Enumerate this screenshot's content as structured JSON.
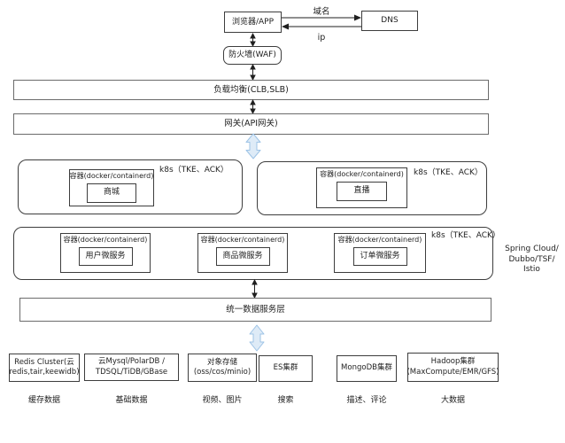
{
  "edges": {
    "domain": "域名",
    "ip": "ip"
  },
  "nodes": {
    "browser": "浏览器/APP",
    "dns": "DNS",
    "waf": "防火墙(WAF)",
    "load_balancer": "负载均衡(CLB,SLB)",
    "gateway": "网关(API网关)",
    "container": "容器(docker/containerd)",
    "k8s": "k8s（TKE、ACK）",
    "mall": "商城",
    "live": "直播",
    "user_ms": "用户微服务",
    "product_ms": "商品微服务",
    "order_ms": "订单微服务",
    "data_layer": "统一数据服务层"
  },
  "framework": {
    "line1": "Spring Cloud/",
    "line2": "Dubbo/TSF/",
    "line3": "Istio"
  },
  "databases": [
    {
      "line1": "Redis Cluster(云",
      "line2": "redis,tair,keewidb)",
      "label": "缓存数据"
    },
    {
      "line1": "云Mysql/PolarDB /",
      "line2": "TDSQL/TiDB/GBase",
      "label": "基础数据"
    },
    {
      "line1": "对象存储",
      "line2": "(oss/cos/minio)",
      "label": "视频、图片"
    },
    {
      "line1": "ES集群",
      "line2": "",
      "label": "搜索"
    },
    {
      "line1": "MongoDB集群",
      "line2": "",
      "label": "描述、评论"
    },
    {
      "line1": "Hadoop集群",
      "line2": "(MaxCompute/EMR/GFS)",
      "label": "大数据"
    }
  ],
  "colors": {
    "blue_arrow_fill": "#deebf7",
    "blue_arrow_stroke": "#9dc3e6",
    "box_border": "#3d3d3d"
  }
}
